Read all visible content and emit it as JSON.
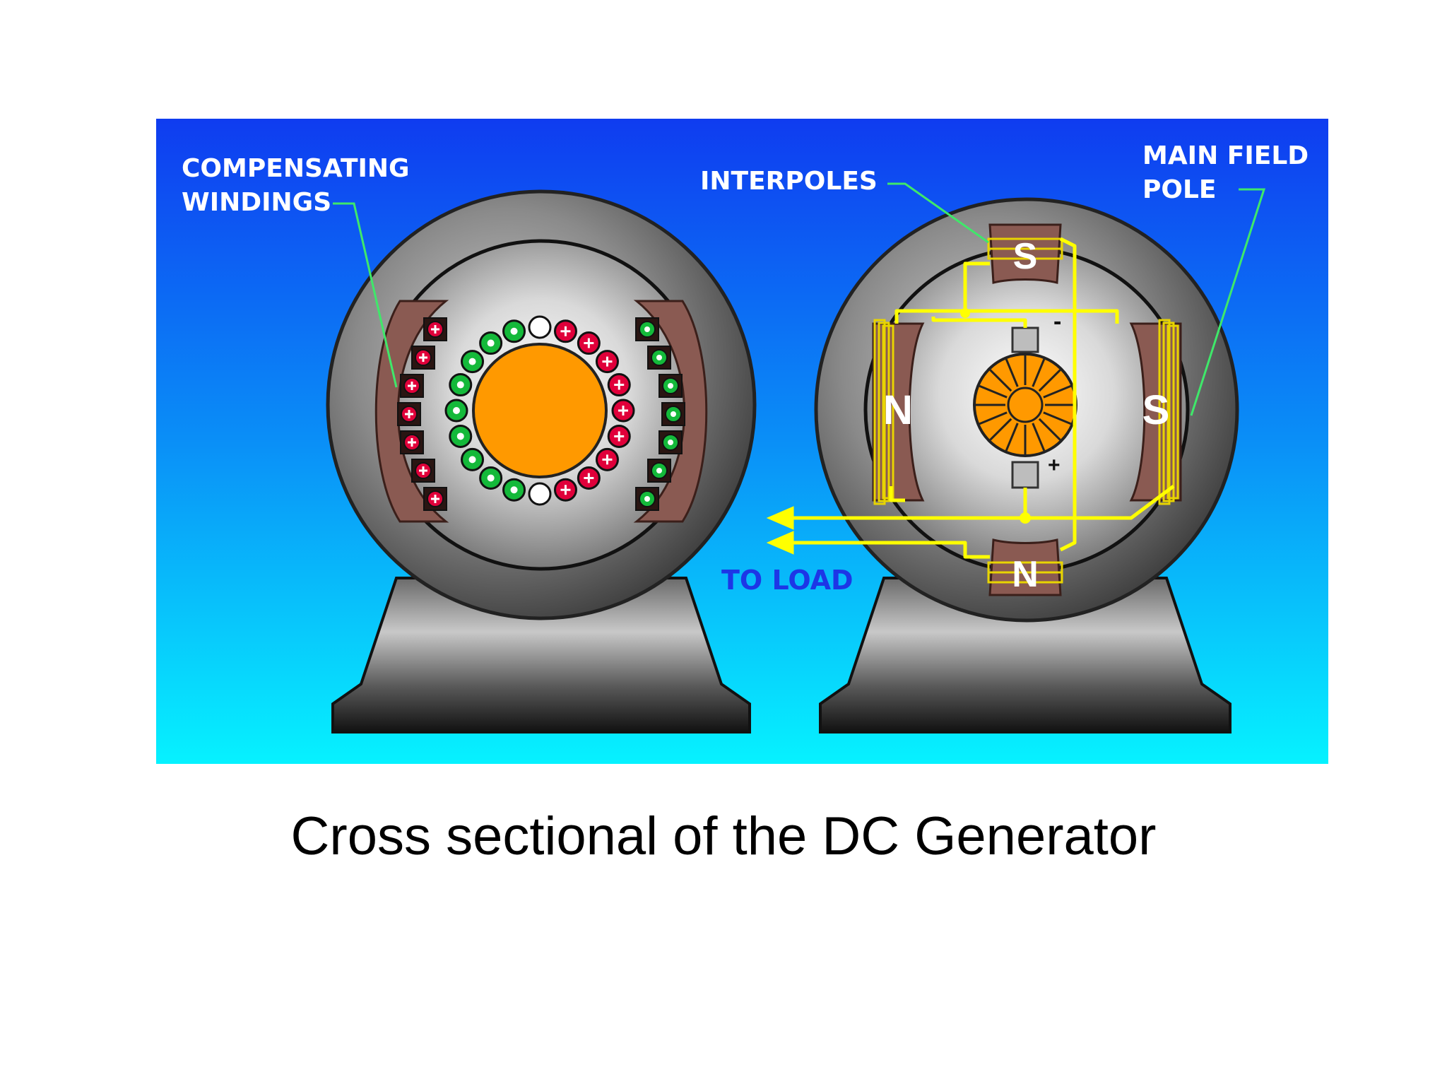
{
  "labels": {
    "compensating": [
      "COMPENSATING",
      "WINDINGS"
    ],
    "interpoles": "INTERPOLES",
    "main_field_pole": [
      "MAIN FIELD",
      "POLE"
    ],
    "to_load": "TO LOAD",
    "pole_n": "N",
    "pole_s": "S",
    "brush_minus": "-",
    "brush_plus": "+"
  },
  "caption": "Cross sectional of the DC Generator",
  "colors": {
    "background_top": "#0f3cf0",
    "background_bottom": "#06f2ff",
    "label_white": "#ffffff",
    "label_blue": "#1d36e6",
    "leader_green": "#3fe86a",
    "circuit_yellow": "#ffff00",
    "armature_orange": "#ff9900",
    "pole_brown": "#8a5a52",
    "conductor_red": "#e0003a",
    "conductor_green": "#14b93a"
  }
}
